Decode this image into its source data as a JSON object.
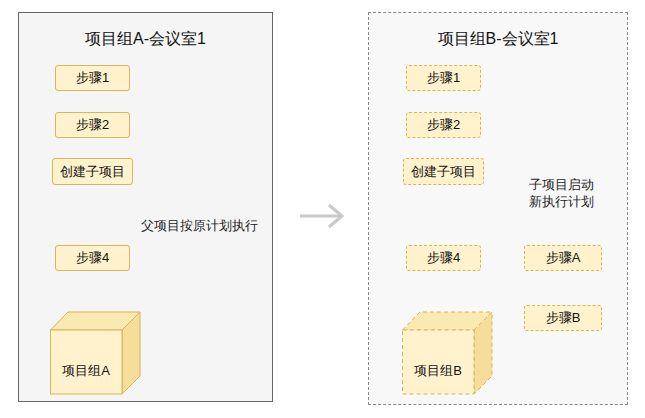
{
  "diagram": {
    "nodes": [
      {
        "text": [
          "项目组A-会议室1"
        ]
      },
      {
        "text": [
          "步骤1"
        ],
        "in": 0
      },
      {
        "text": [
          "步骤2"
        ],
        "in": 0
      },
      {
        "text": [
          "创建子项目"
        ],
        "in": 0
      },
      {
        "text": [
          "步骤4"
        ],
        "in": 0
      },
      {
        "text": [
          "项目组A"
        ],
        "in": 0
      },
      {
        "text": [
          "项目组B-会议室1"
        ]
      },
      {
        "text": [
          "步骤1"
        ],
        "in": 6
      },
      {
        "text": [
          "步骤2"
        ],
        "in": 6
      },
      {
        "text": [
          "创建子项目"
        ],
        "in": 6
      },
      {
        "text": [
          "步骤4"
        ],
        "in": 6
      },
      {
        "text": [
          "步骤A"
        ],
        "in": 6
      },
      {
        "text": [
          "步骤B"
        ],
        "in": 6
      },
      {
        "text": [
          "项目组B"
        ],
        "in": 6
      }
    ],
    "edges": [
      {
        "from": 1,
        "to": 2,
        "arrow": "to"
      },
      {
        "from": 2,
        "to": 3,
        "arrow": "to"
      },
      {
        "from": 3,
        "to": 4,
        "arrow": "to"
      },
      {
        "from": 7,
        "to": 8,
        "arrow": "to"
      },
      {
        "from": 8,
        "to": 9,
        "arrow": "to"
      },
      {
        "from": 9,
        "to": 10,
        "arrow": "to"
      },
      {
        "from": 9,
        "to": 11,
        "arrow": "to"
      },
      {
        "from": 11,
        "to": 12,
        "arrow": "to"
      }
    ],
    "labels": [
      "父项目按原计划执行",
      "子项目启动 新执行计划"
    ]
  }
}
